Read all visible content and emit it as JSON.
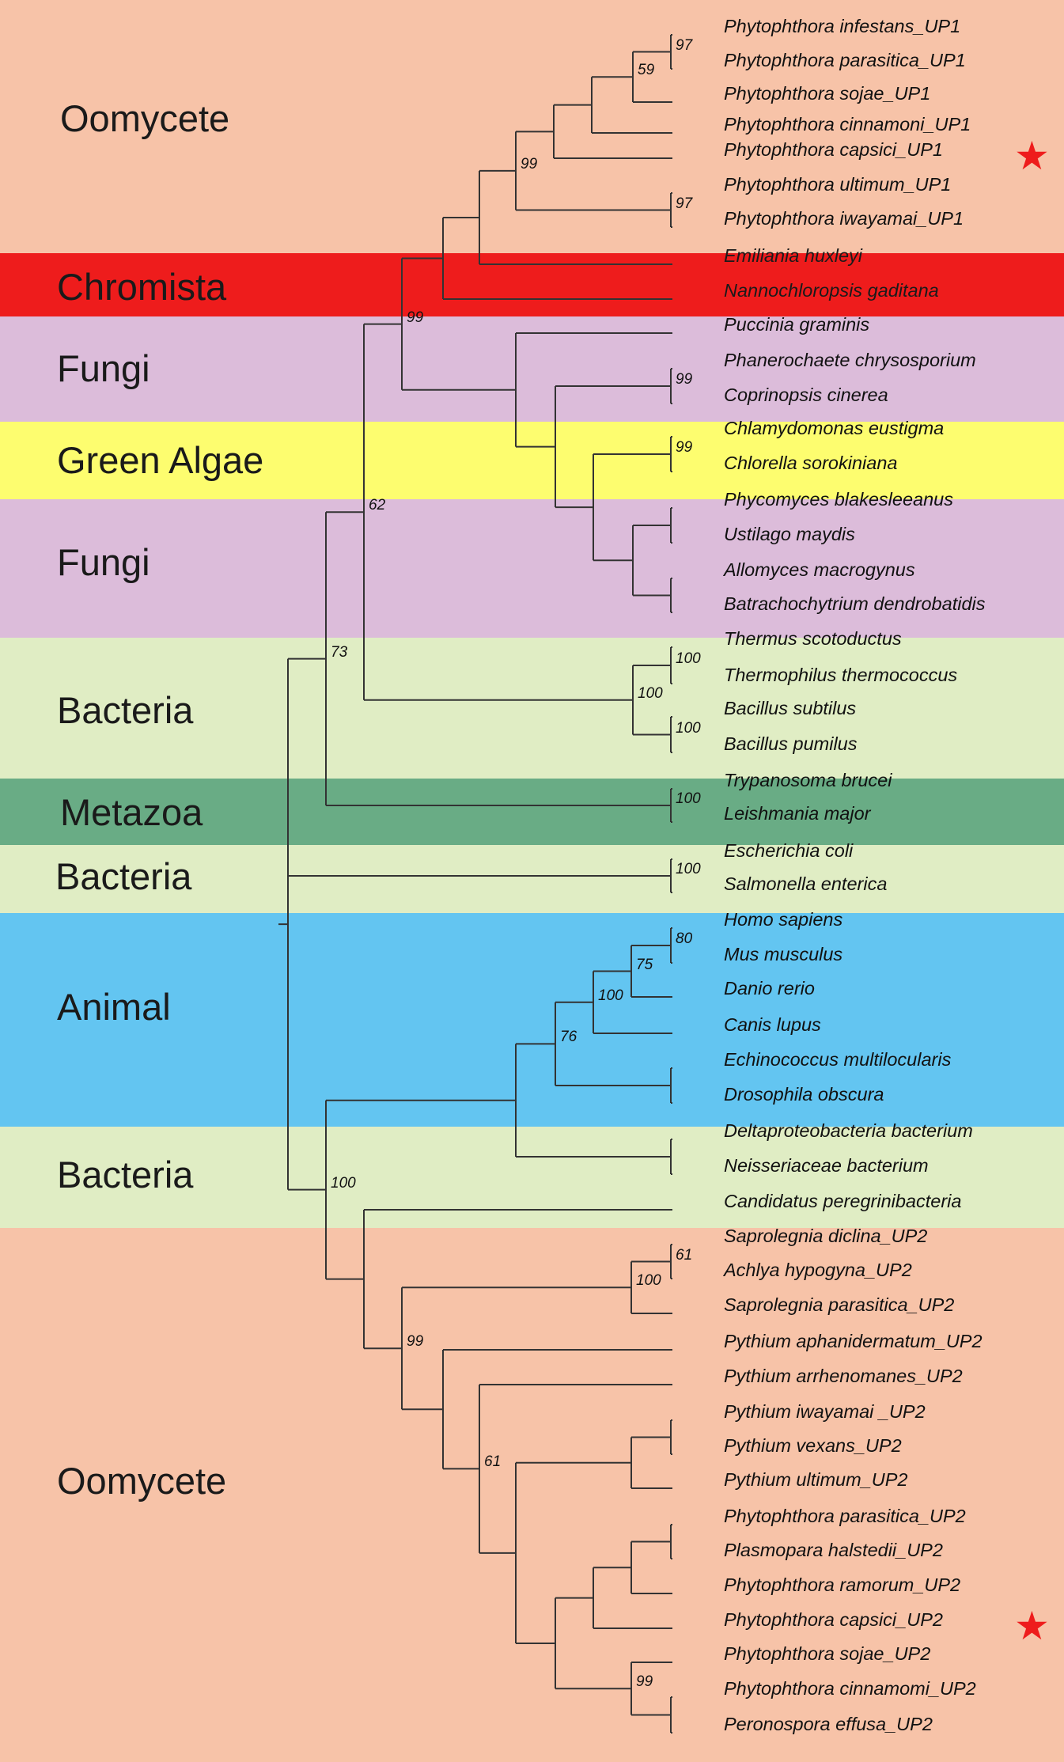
{
  "groups": [
    {
      "id": "oomycete-top",
      "label": "Oomycete",
      "color": "#f7c3a8"
    },
    {
      "id": "chromista",
      "label": "Chromista",
      "color": "#ee1c1c"
    },
    {
      "id": "fungi-1",
      "label": "Fungi",
      "color": "#dcbcda"
    },
    {
      "id": "green-algae",
      "label": "Green Algae",
      "color": "#fdfd6f"
    },
    {
      "id": "fungi-2",
      "label": "Fungi",
      "color": "#dcbcda"
    },
    {
      "id": "bacteria-1",
      "label": "Bacteria",
      "color": "#e0edc4"
    },
    {
      "id": "metazoa",
      "label": "Metazoa",
      "color": "#69ac85"
    },
    {
      "id": "bacteria-2",
      "label": "Bacteria",
      "color": "#e0edc4"
    },
    {
      "id": "animal",
      "label": "Animal",
      "color": "#63c5f1"
    },
    {
      "id": "bacteria-3",
      "label": "Bacteria",
      "color": "#e0edc4"
    },
    {
      "id": "oomycete-bottom",
      "label": "Oomycete",
      "color": "#f7c3a8"
    }
  ],
  "taxa": [
    "Phytophthora infestans_UP1",
    "Phytophthora parasitica_UP1",
    "Phytophthora sojae_UP1",
    "Phytophthora cinnamoni_UP1",
    "Phytophthora capsici_UP1",
    "Phytophthora ultimum_UP1",
    "Phytophthora iwayamai_UP1",
    "Emiliania huxleyi",
    "Nannochloropsis gaditana",
    "Puccinia graminis",
    "Phanerochaete chrysosporium",
    "Coprinopsis cinerea",
    "Chlamydomonas eustigma",
    "Chlorella sorokiniana",
    "Phycomyces blakesleeanus",
    "Ustilago maydis",
    "Allomyces macrogynus",
    "Batrachochytrium dendrobatidis",
    "Thermus scotoductus",
    "Thermophilus thermococcus",
    "Bacillus subtilus",
    "Bacillus pumilus",
    "Trypanosoma brucei",
    "Leishmania major",
    "Escherichia coli",
    "Salmonella enterica",
    "Homo sapiens",
    "Mus musculus",
    "Danio rerio",
    "Canis lupus",
    "Echinococcus multilocularis",
    "Drosophila obscura",
    "Deltaproteobacteria bacterium",
    "Neisseriaceae bacterium",
    "Candidatus peregrinibacteria",
    "Saprolegnia diclina_UP2",
    "Achlya hypogyna_UP2",
    "Saprolegnia parasitica_UP2",
    "Pythium aphanidermatum_UP2",
    "Pythium arrhenomanes_UP2",
    "Pythium iwayamai   _UP2",
    "Pythium vexans_UP2",
    "Pythium ultimum_UP2",
    "Phytophthora parasitica_UP2",
    "Plasmopara halstedii_UP2",
    "Phytophthora ramorum_UP2",
    "Phytophthora capsici_UP2",
    "Phytophthora sojae_UP2",
    "Phytophthora cinnamomi_UP2",
    "Peronospora effusa_UP2"
  ],
  "highlighted_taxa": [
    "Phytophthora capsici_UP1",
    "Phytophthora capsici_UP2"
  ],
  "highlight_marker": "star",
  "bootstrap": [
    {
      "node": "n_inf_par",
      "value": "97"
    },
    {
      "node": "n_ult_iwa",
      "value": "97"
    },
    {
      "node": "n_phyto_core",
      "value": "59"
    },
    {
      "node": "n_phyto_up1",
      "value": "99"
    },
    {
      "node": "n_up1_fungi",
      "value": "99"
    },
    {
      "node": "n_copr",
      "value": "99"
    },
    {
      "node": "n_chlam",
      "value": "99"
    },
    {
      "node": "n_euk_big",
      "value": "62"
    },
    {
      "node": "n_therm",
      "value": "100"
    },
    {
      "node": "n_bacil",
      "value": "100"
    },
    {
      "node": "n_bact1",
      "value": "100"
    },
    {
      "node": "n_meta",
      "value": "100"
    },
    {
      "node": "n_clade73",
      "value": "73"
    },
    {
      "node": "n_ecoli",
      "value": "100"
    },
    {
      "node": "n_homo_mus",
      "value": "80"
    },
    {
      "node": "n_homo_danio",
      "value": "75"
    },
    {
      "node": "n_vert",
      "value": "100"
    },
    {
      "node": "n_animal",
      "value": "76"
    },
    {
      "node": "n_sapro",
      "value": "61"
    },
    {
      "node": "n_sapro_all",
      "value": "100"
    },
    {
      "node": "n_oomy2",
      "value": "99"
    },
    {
      "node": "n_pyth",
      "value": "61"
    },
    {
      "node": "n_phyto2",
      "value": "99"
    },
    {
      "node": "n_big2",
      "value": "100"
    }
  ]
}
